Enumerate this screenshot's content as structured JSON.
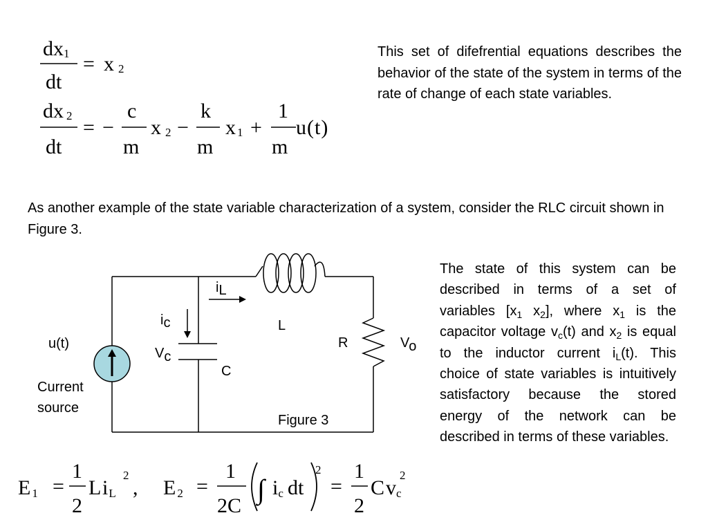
{
  "eq1": {
    "num_d": "dx",
    "num_sub": "1",
    "den": "dt",
    "eq": "=",
    "rhs_var": "x",
    "rhs_sub": "2"
  },
  "eq2": {
    "num_d": "dx",
    "num_sub": "2",
    "den": "dt",
    "eq": "=",
    "minus1": "−",
    "f1_num": "c",
    "f1_den": "m",
    "t1_var": "x",
    "t1_sub": "2",
    "minus2": "−",
    "f2_num": "k",
    "f2_den": "m",
    "t2_var": "x",
    "t2_sub": "1",
    "plus": "+",
    "f3_num": "1",
    "f3_den": "m",
    "t3": "u(t)"
  },
  "para1": "This set of difefrential equations describes the behavior of the state of the system in terms of the rate of change of each state variables.",
  "para2": "As another example of the state variable characterization of a system, consider the RLC circuit shown in Figure 3.",
  "para3": {
    "s1": "The state of this system can be described in terms of a set of variables [x",
    "sub1": "1",
    "s2": " x",
    "sub2": "2",
    "s3": "], where x",
    "sub3": "1",
    "s4": " is the capacitor voltage v",
    "sub4": "c",
    "s5": "(t) and x",
    "sub5": "2",
    "s6": " is equal to the inductor current i",
    "sub6": "L",
    "s7": "(t). This choice of state variables is intuitively satisfactory because the stored energy of the network can be described in terms of these variables."
  },
  "circuit": {
    "il_main": "i",
    "il_sub": "L",
    "ic_main": "i",
    "ic_sub": "c",
    "L": "L",
    "ut": "u(t)",
    "R": "R",
    "vo_main": "V",
    "vo_sub": "o",
    "vc_main": "V",
    "vc_sub": "c",
    "C": "C",
    "current": "Current",
    "source": "source",
    "figure": "Figure 3"
  },
  "energy": {
    "E1": "E",
    "E1_sub": "1",
    "eqA": "=",
    "halfA_num": "1",
    "halfA_den": "2",
    "L": "L",
    "i": "i",
    "i_sub": "L",
    "sq1": "2",
    "comma": ",",
    "E2": "E",
    "E2_sub": "2",
    "eqB": "=",
    "fB_num": "1",
    "fB_den": "2C",
    "integral": "∫",
    "int_i": "i",
    "int_sub": "c",
    "dt": "dt",
    "sq2": "2",
    "eqC": "=",
    "halfC_num": "1",
    "halfC_den": "2",
    "Cv": "C",
    "v": "v",
    "v_sub": "c",
    "v_sup": "2"
  }
}
